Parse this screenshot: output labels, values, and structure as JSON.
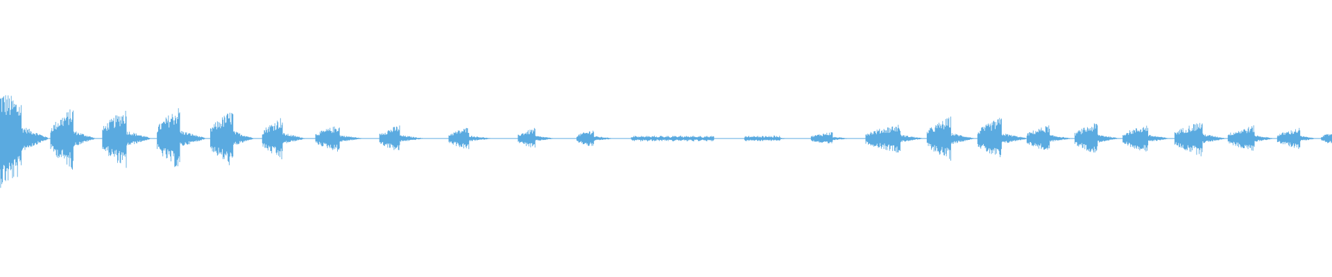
{
  "waveform": {
    "color": "#5aaae0",
    "background": "#ffffff",
    "bursts": [
      {
        "start": 0.0,
        "end": 0.016,
        "tail": 0.036,
        "peak": 1.0,
        "shape": "decay"
      },
      {
        "start": 0.038,
        "end": 0.055,
        "tail": 0.071,
        "peak": 0.64,
        "shape": "rise"
      },
      {
        "start": 0.077,
        "end": 0.095,
        "tail": 0.113,
        "peak": 0.62,
        "shape": "rise"
      },
      {
        "start": 0.118,
        "end": 0.135,
        "tail": 0.154,
        "peak": 0.66,
        "shape": "rise"
      },
      {
        "start": 0.158,
        "end": 0.175,
        "tail": 0.19,
        "peak": 0.6,
        "shape": "rise"
      },
      {
        "start": 0.197,
        "end": 0.212,
        "tail": 0.229,
        "peak": 0.45,
        "shape": "rise"
      },
      {
        "start": 0.237,
        "end": 0.255,
        "tail": 0.272,
        "peak": 0.28,
        "shape": "rise"
      },
      {
        "start": 0.285,
        "end": 0.3,
        "tail": 0.318,
        "peak": 0.28,
        "shape": "rise"
      },
      {
        "start": 0.337,
        "end": 0.352,
        "tail": 0.369,
        "peak": 0.24,
        "shape": "rise"
      },
      {
        "start": 0.389,
        "end": 0.402,
        "tail": 0.416,
        "peak": 0.22,
        "shape": "rise"
      },
      {
        "start": 0.433,
        "end": 0.446,
        "tail": 0.461,
        "peak": 0.19,
        "shape": "rise"
      },
      {
        "start": 0.474,
        "end": 0.536,
        "tail": 0.536,
        "peak": 0.06,
        "shape": "flat"
      },
      {
        "start": 0.559,
        "end": 0.586,
        "tail": 0.592,
        "peak": 0.06,
        "shape": "flat"
      },
      {
        "start": 0.609,
        "end": 0.625,
        "tail": 0.638,
        "peak": 0.14,
        "shape": "rise"
      },
      {
        "start": 0.65,
        "end": 0.676,
        "tail": 0.693,
        "peak": 0.3,
        "shape": "rise"
      },
      {
        "start": 0.696,
        "end": 0.714,
        "tail": 0.731,
        "peak": 0.45,
        "shape": "rise"
      },
      {
        "start": 0.734,
        "end": 0.752,
        "tail": 0.771,
        "peak": 0.44,
        "shape": "rise"
      },
      {
        "start": 0.771,
        "end": 0.788,
        "tail": 0.804,
        "peak": 0.28,
        "shape": "rise"
      },
      {
        "start": 0.807,
        "end": 0.824,
        "tail": 0.84,
        "peak": 0.33,
        "shape": "rise"
      },
      {
        "start": 0.843,
        "end": 0.862,
        "tail": 0.878,
        "peak": 0.29,
        "shape": "rise"
      },
      {
        "start": 0.882,
        "end": 0.903,
        "tail": 0.92,
        "peak": 0.37,
        "shape": "rise"
      },
      {
        "start": 0.922,
        "end": 0.942,
        "tail": 0.956,
        "peak": 0.27,
        "shape": "rise"
      },
      {
        "start": 0.959,
        "end": 0.976,
        "tail": 0.988,
        "peak": 0.22,
        "shape": "rise"
      },
      {
        "start": 0.992,
        "end": 1.0,
        "tail": 1.0,
        "peak": 0.12,
        "shape": "rise"
      }
    ]
  }
}
